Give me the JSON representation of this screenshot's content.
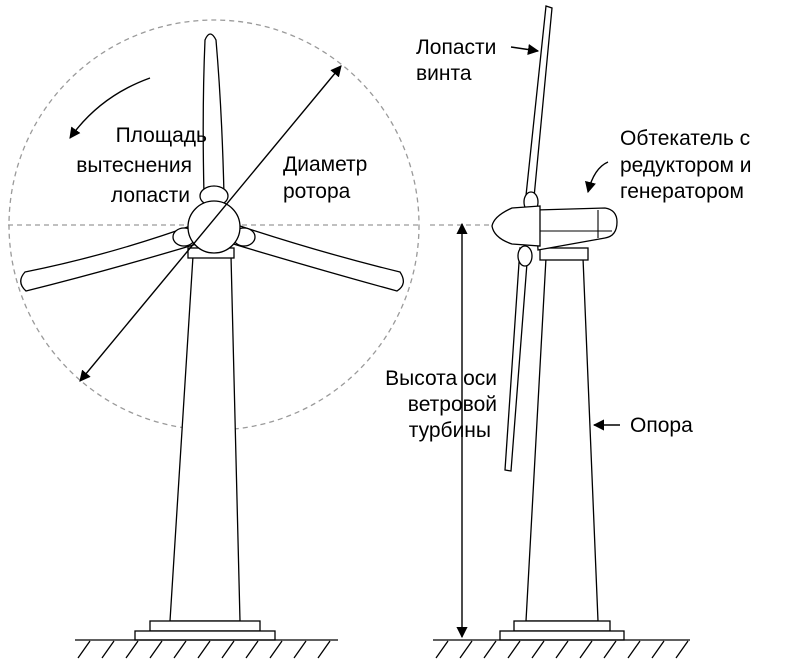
{
  "labels": {
    "swept_area": [
      "Площадь",
      "вытеснения",
      "лопасти"
    ],
    "rotor_diameter": [
      "Диаметр",
      "ротора"
    ],
    "blades": [
      "Лопасти",
      "винта"
    ],
    "nacelle": [
      "Обтекатель с",
      "редуктором и",
      "генератором"
    ],
    "hub_height": [
      "Высота оси",
      "ветровой",
      "турбины"
    ],
    "tower": [
      "Опора"
    ]
  },
  "colors": {
    "line": "#000000",
    "dashed": "#9a9a9a",
    "background": "#ffffff"
  }
}
